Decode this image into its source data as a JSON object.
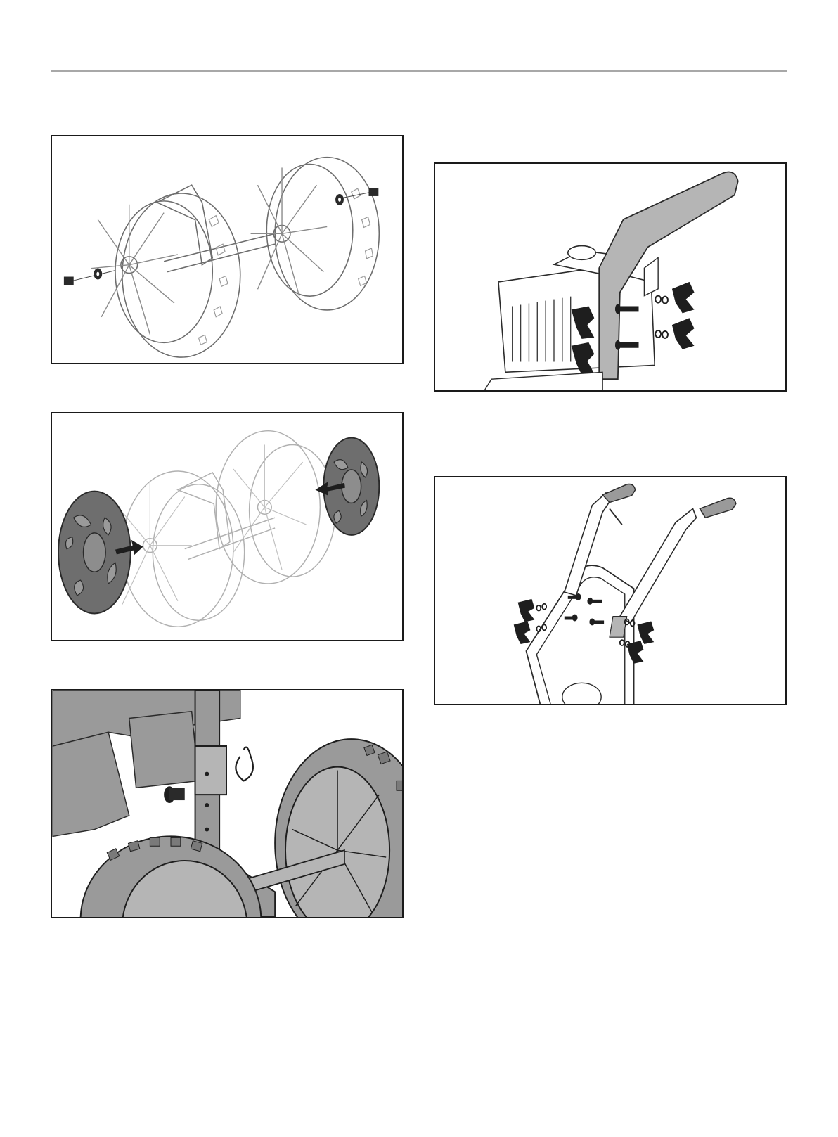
{
  "page": {
    "background": "#ffffff",
    "rule_color": "#a8a8a8",
    "frame_color": "#1a1a1a"
  },
  "figures": [
    {
      "id": "wheel-axle-assembly"
    },
    {
      "id": "wheel-hubcap-installation"
    },
    {
      "id": "axle-pin-and-clip"
    },
    {
      "id": "frame-knob-attachment"
    },
    {
      "id": "handle-knob-attachment"
    }
  ],
  "colors": {
    "line_art": "#3a3a3a",
    "light_line": "#8a8a8a",
    "fill_gray": "#8d8d8d",
    "dark_part": "#1e1e1e",
    "hubcap": "#6e6e6e"
  }
}
